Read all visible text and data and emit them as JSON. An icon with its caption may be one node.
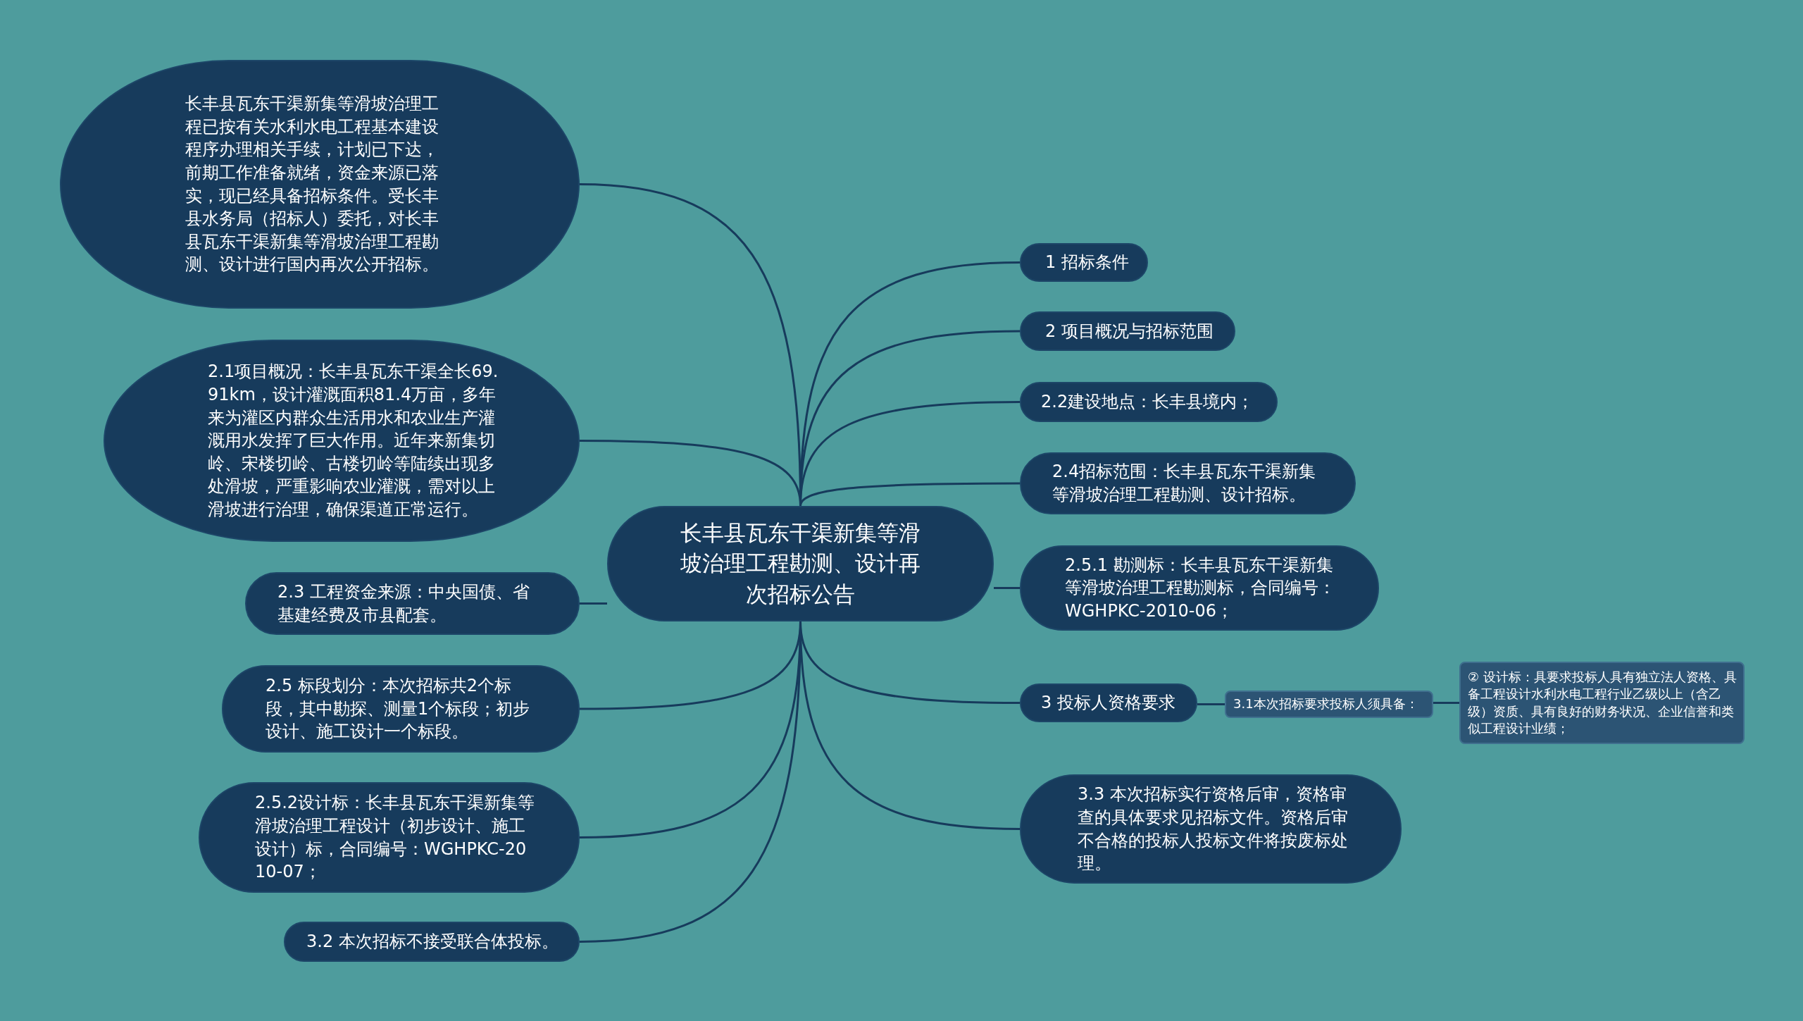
{
  "diagram": {
    "nodes": [
      {
        "text": [
          "长丰县瓦东干渠新集等滑坡治理工程勘测、设计再次招标公告"
        ]
      },
      {
        "text": [
          "1 招标条件"
        ]
      },
      {
        "text": [
          "2 项目概况与招标范围"
        ]
      },
      {
        "text": [
          "2.2建设地点：长丰县境内；"
        ]
      },
      {
        "text": [
          "2.4招标范围：长丰县瓦东干渠新集等滑坡治理工程勘测、设计招标。"
        ]
      },
      {
        "text": [
          "2.5.1 勘测标：长丰县瓦东干渠新集等滑坡治理工程勘测标，合同编号：WGHPKC-2010-06；"
        ]
      },
      {
        "text": [
          "3 投标人资格要求"
        ]
      },
      {
        "text": [
          "3.1本次招标要求投标人须具备："
        ]
      },
      {
        "text": [
          "② 设计标：具要求投标人具有独立法人资格、具备工程设计水利水电工程行业乙级以上（含乙级）资质、具有良好的财务状况、企业信誉和类似工程设计业绩；"
        ]
      },
      {
        "text": [
          "3.3 本次招标实行资格后审，资格审查的具体要求见招标文件。资格后审不合格的投标人投标文件将按废标处理。"
        ]
      },
      {
        "text": [
          "长丰县瓦东干渠新集等滑坡治理工程已按有关水利水电工程基本建设程序办理相关手续，计划已下达，前期工作准备就绪，资金来源已落实，现已经具备招标条件。受长丰县水务局（招标人）委托，对长丰县瓦东干渠新集等滑坡治理工程勘测、设计进行国内再次公开招标。"
        ]
      },
      {
        "text": [
          "2.1项目概况：长丰县瓦东干渠全长69.91km，设计灌溉面积81.4万亩，多年来为灌区内群众生活用水和农业生产灌溉用水发挥了巨大作用。近年来新集切岭、宋楼切岭、古楼切岭等陆续出现多处滑坡，严重影响农业灌溉，需对以上滑坡进行治理，确保渠道正常运行。"
        ]
      },
      {
        "text": [
          "2.3 工程资金来源：中央国债、省基建经费及市县配套。"
        ]
      },
      {
        "text": [
          "2.5 标段划分：本次招标共2个标段，其中勘探、测量1个标段；初步设计、施工设计一个标段。"
        ]
      },
      {
        "text": [
          "2.5.2设计标：长丰县瓦东干渠新集等滑坡治理工程设计（初步设计、施工设计）标，合同编号：WGHPKC-2010-07；"
        ]
      },
      {
        "text": [
          "3.2 本次招标不接受联合体投标。"
        ]
      }
    ],
    "edges": [
      {
        "from": 0,
        "to": 1,
        "arrow": "none"
      },
      {
        "from": 0,
        "to": 2,
        "arrow": "none"
      },
      {
        "from": 0,
        "to": 3,
        "arrow": "none"
      },
      {
        "from": 0,
        "to": 4,
        "arrow": "none"
      },
      {
        "from": 0,
        "to": 5,
        "arrow": "none"
      },
      {
        "from": 0,
        "to": 6,
        "arrow": "none"
      },
      {
        "from": 6,
        "to": 7,
        "arrow": "none"
      },
      {
        "from": 7,
        "to": 8,
        "arrow": "none"
      },
      {
        "from": 0,
        "to": 9,
        "arrow": "none"
      },
      {
        "from": 0,
        "to": 10,
        "arrow": "none"
      },
      {
        "from": 0,
        "to": 11,
        "arrow": "none"
      },
      {
        "from": 0,
        "to": 12,
        "arrow": "none"
      },
      {
        "from": 0,
        "to": 13,
        "arrow": "none"
      },
      {
        "from": 0,
        "to": 14,
        "arrow": "none"
      },
      {
        "from": 0,
        "to": 15,
        "arrow": "none"
      }
    ]
  }
}
